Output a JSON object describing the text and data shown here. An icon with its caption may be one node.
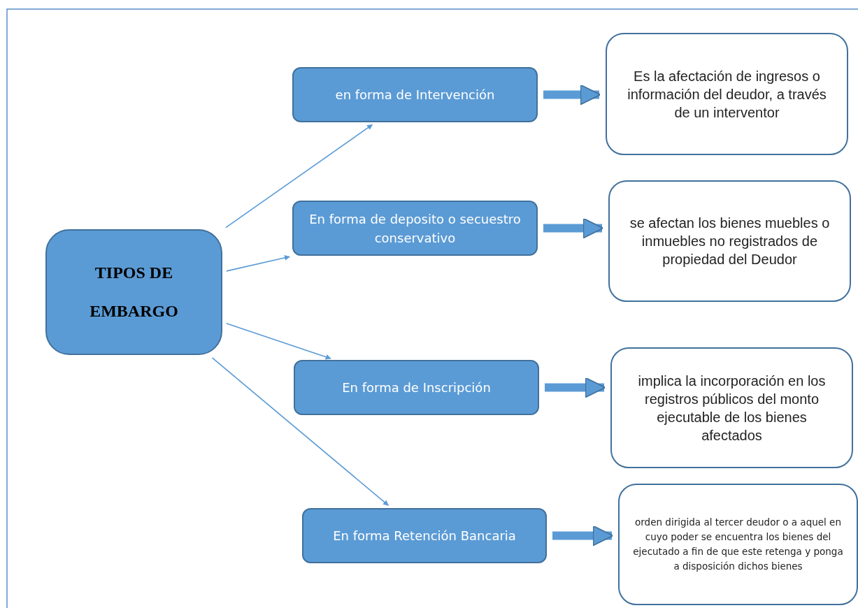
{
  "diagram": {
    "nodes": [
      {
        "text": [
          "TIPOS DE EMBARGO"
        ]
      },
      {
        "text": [
          "en forma de Intervención"
        ]
      },
      {
        "text": [
          "En forma de deposito o secuestro conservativo"
        ]
      },
      {
        "text": [
          "En forma de Inscripción"
        ]
      },
      {
        "text": [
          "En forma Retención Bancaria"
        ]
      },
      {
        "text": [
          "Es la afectación de ingresos o información del deudor, a través de un interventor"
        ]
      },
      {
        "text": [
          "se afectan los bienes muebles o inmuebles no registrados de propiedad del Deudor"
        ]
      },
      {
        "text": [
          "implica la incorporación en los registros públicos del monto ejecutable de los bienes afectados"
        ]
      },
      {
        "text": [
          "orden dirigida al tercer deudor o a aquel en cuyo poder se encuentra los bienes del ejecutado a fin de que este retenga y ponga a disposición dichos bienes"
        ]
      }
    ],
    "edges": [
      {
        "from": 0,
        "to": 1,
        "arrow": "to"
      },
      {
        "from": 0,
        "to": 2,
        "arrow": "to"
      },
      {
        "from": 0,
        "to": 3,
        "arrow": "to"
      },
      {
        "from": 0,
        "to": 4,
        "arrow": "to"
      },
      {
        "from": 1,
        "to": 5,
        "arrow": "to",
        "style": "thick"
      },
      {
        "from": 2,
        "to": 6,
        "arrow": "to",
        "style": "thick"
      },
      {
        "from": 3,
        "to": 7,
        "arrow": "to",
        "style": "thick"
      },
      {
        "from": 4,
        "to": 8,
        "arrow": "to",
        "style": "thick"
      }
    ]
  }
}
